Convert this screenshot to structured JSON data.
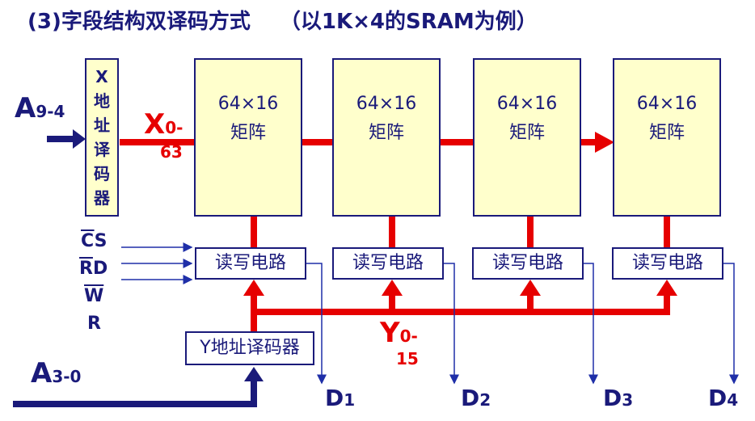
{
  "title": {
    "main": "(3)字段结构双译码方式",
    "paren": "（以1K×4的SRAM为例）"
  },
  "x_decoder": {
    "chars": [
      "X",
      "地",
      "址",
      "译",
      "码",
      "器"
    ]
  },
  "matrices": [
    {
      "size": "64×16",
      "label": "矩阵"
    },
    {
      "size": "64×16",
      "label": "矩阵"
    },
    {
      "size": "64×16",
      "label": "矩阵"
    },
    {
      "size": "64×16",
      "label": "矩阵"
    }
  ],
  "rw_circuits": [
    "读写电路",
    "读写电路",
    "读写电路",
    "读写电路"
  ],
  "y_decoder": {
    "label": "Y地址译码器"
  },
  "address_inputs": {
    "a_high": {
      "main": "A",
      "sub": "9-4"
    },
    "a_low": {
      "main": "A",
      "sub": "3-0"
    }
  },
  "lines": {
    "x": {
      "main": "X",
      "sub1": "0-",
      "sub2": "63"
    },
    "y": {
      "main": "Y",
      "sub1": "0-",
      "sub2": "15"
    }
  },
  "control_signals": [
    {
      "name": "CS",
      "bar": "C"
    },
    {
      "name": "RD",
      "bar": "R"
    },
    {
      "name": "WR",
      "bar": "W"
    }
  ],
  "data_outputs": [
    {
      "main": "D",
      "sub": "1"
    },
    {
      "main": "D",
      "sub": "2"
    },
    {
      "main": "D",
      "sub": "3"
    },
    {
      "main": "D",
      "sub": "4"
    }
  ],
  "colors": {
    "navy": "#1a1a7a",
    "red": "#e60000",
    "box_fill": "#ffffcc",
    "highlight": "#f4b183",
    "blue_line": "#1f2fa8"
  }
}
